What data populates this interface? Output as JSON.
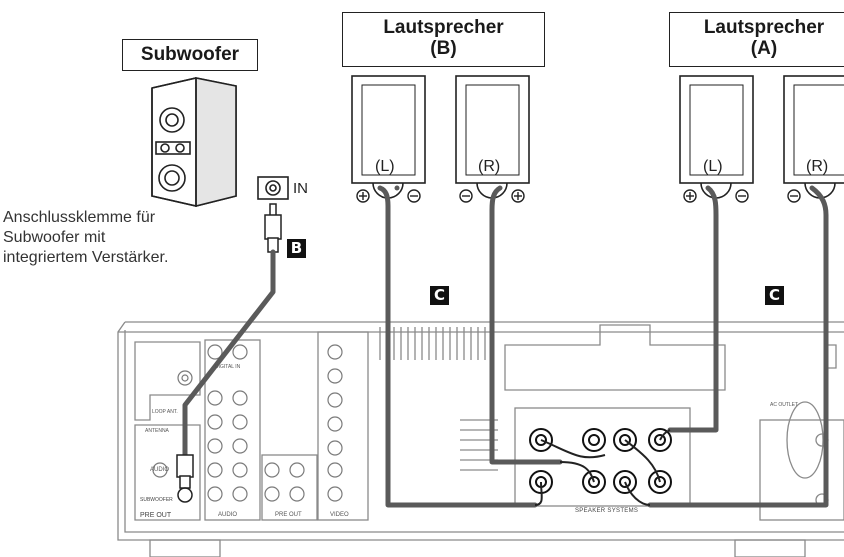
{
  "labels": {
    "subwoofer": "Subwoofer",
    "speakers_b_line1": "Lautsprecher",
    "speakers_b_line2": "(B)",
    "speakers_a_line1": "Lautsprecher",
    "speakers_a_line2": "(A)",
    "caption_line1": "Anschlussklemme für",
    "caption_line2": "Subwoofer mit",
    "caption_line3": "integriertem Verstärker.",
    "in": "IN",
    "left": "(L)",
    "right": "(R)"
  },
  "badges": {
    "cable_b": "B",
    "cable_c": "C"
  },
  "panel": {
    "speaker_systems": "SPEAKER SYSTEMS",
    "pre_out": "PRE OUT",
    "subwoofer": "SUBWOOFER",
    "audio": "AUDIO",
    "video": "VIDEO",
    "antenna": "ANTENNA",
    "loop_ant": "LOOP ANT.",
    "digital_in": "DIGITAL IN",
    "ac_outlet": "AC OUTLET"
  },
  "colors": {
    "cable": "#5a5a5a",
    "line": "#222222",
    "panel_line": "#8a8a8a"
  }
}
